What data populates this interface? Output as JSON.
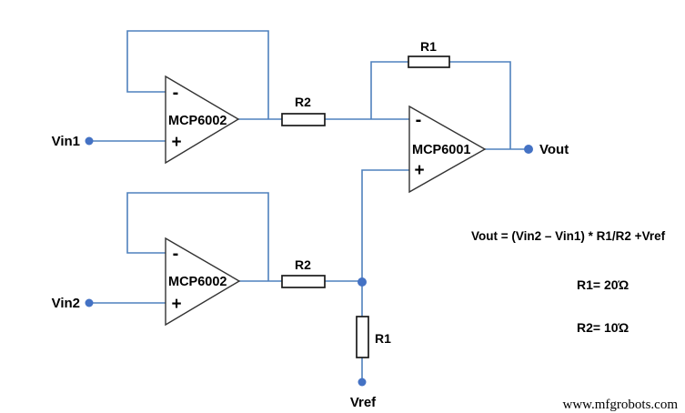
{
  "labels": {
    "vin1": "Vin1",
    "vin2": "Vin2",
    "vout": "Vout",
    "vref": "Vref"
  },
  "opamps": {
    "buffer1": "MCP6002",
    "buffer2": "MCP6002",
    "output": "MCP6001"
  },
  "symbols": {
    "minus": "-",
    "plus": "+"
  },
  "resistors": {
    "r1_feedback": "R1",
    "r2_top": "R2",
    "r2_bottom": "R2",
    "r1_vref": "R1"
  },
  "annotations": {
    "formula": "Vout = (Vin2 – Vin1) * R1/R2 +Vref",
    "r1_value": "R1= 20Ώ",
    "r2_value": "R2= 10Ώ"
  },
  "watermark": "www.mfgrobots.com",
  "colors": {
    "wire": "#4f81bd",
    "node": "#4472c4",
    "outline": "#333333"
  }
}
